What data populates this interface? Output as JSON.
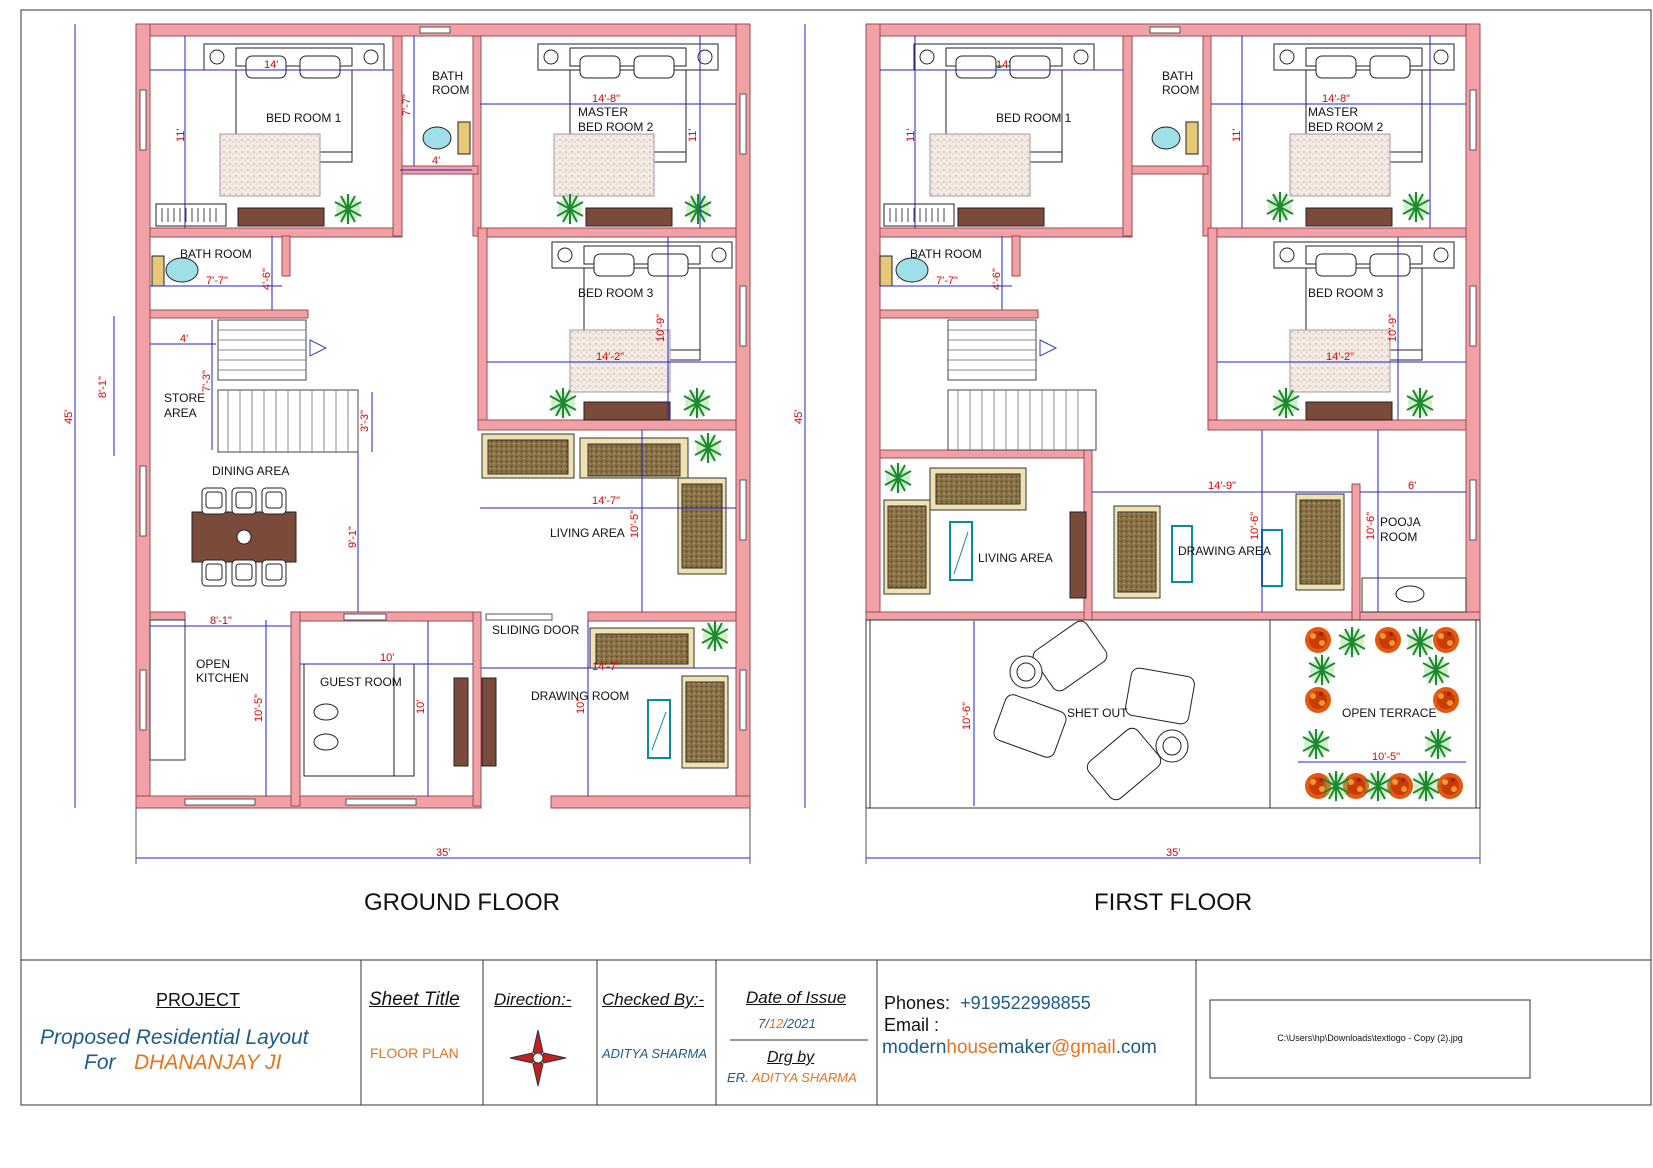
{
  "ground_floor": {
    "title": "GROUND FLOOR",
    "rooms": {
      "bed1": "BED ROOM 1",
      "bath1_a": "BATH",
      "bath1_b": "ROOM",
      "master_a": "MASTER",
      "master_b": "BED ROOM 2",
      "bath2": "BATH ROOM",
      "bed3": "BED ROOM 3",
      "store_a": "STORE",
      "store_b": "AREA",
      "dining": "DINING AREA",
      "living": "LIVING AREA",
      "sliding": "SLIDING DOOR",
      "kitchen_a": "OPEN",
      "kitchen_b": "KITCHEN",
      "guest": "GUEST ROOM",
      "drawing": "DRAWING ROOM"
    },
    "dims": {
      "bed1_w": "14'",
      "bed1_h": "11'",
      "bath1_h": "7'-7\"",
      "bath1_w": "4'",
      "master_w": "14'-8\"",
      "master_h": "11'",
      "bath2_w": "7'-7\"",
      "bath2_h": "4'-6\"",
      "stair_w": "4'",
      "store_h": "8'-1\"",
      "stair_h": "7'-3\"",
      "stair2_h": "3'-3\"",
      "bed3_w": "14'-2\"",
      "bed3_h": "10'-9\"",
      "living_w": "14'-7\"",
      "living_h": "10'-5\"",
      "dining_h": "9'-1\"",
      "kitchen_w": "8'-1\"",
      "kitchen_h": "10'-5\"",
      "guest_w": "10'",
      "guest_h": "10'",
      "drawing_w": "14'-7\"",
      "drawing_h": "10'",
      "total_h": "45'",
      "total_w": "35'"
    }
  },
  "first_floor": {
    "title": "FIRST FLOOR",
    "rooms": {
      "bed1": "BED ROOM 1",
      "bath1_a": "BATH",
      "bath1_b": "ROOM",
      "master_a": "MASTER",
      "master_b": "BED ROOM 2",
      "bath2": "BATH ROOM",
      "bed3": "BED ROOM 3",
      "living": "LIVING AREA",
      "drawing": "DRAWING AREA",
      "pooja_a": "POOJA",
      "pooja_b": "ROOM",
      "shet_out": "SHET OUT",
      "terrace": "OPEN TERRACE"
    },
    "dims": {
      "bed1_w": "14'",
      "bed1_h": "11'",
      "master_w": "14'-8\"",
      "master_h": "11'",
      "bath2_w": "7'-7\"",
      "bath2_h": "4'-6\"",
      "bed3_w": "14'-2\"",
      "bed3_h": "10'-9\"",
      "drawing_w": "14'-9\"",
      "drawing_h": "10'-6\"",
      "pooja_w": "6'",
      "pooja_h": "10'-6\"",
      "shet_h": "10'-6\"",
      "terrace_w": "10'-5\"",
      "total_h": "45'",
      "total_w": "35'"
    }
  },
  "title_block": {
    "project_label": "PROJECT",
    "project_line1": "Proposed Residential Layout",
    "project_for": "For",
    "project_client": "DHANANJAY JI",
    "sheet_title_label": "Sheet Title",
    "sheet_title_value": "FLOOR PLAN",
    "direction_label": "Direction:-",
    "checked_label": "Checked By:-",
    "checked_value": "ADITYA SHARMA",
    "date_label": "Date of Issue",
    "date_d": "7/",
    "date_m": "12",
    "date_y": "/2021",
    "drg_label": "Drg by",
    "drg_prefix": "ER.",
    "drg_name": "ADITYA SHARMA",
    "phones_label": "Phones:",
    "phones_value": "+919522998855",
    "email_label": "Email :",
    "email_a": "modern",
    "email_b": "house",
    "email_c": "maker",
    "email_d": "@gmail",
    "email_e": ".com",
    "logo_path": "C:\\Users\\hp\\Downloads\\textlogo - Copy (2).jpg"
  },
  "colors": {
    "wall": "#f1a0a6",
    "dimension": "#e00000",
    "dim_line": "#2222cc",
    "project_blue": "#1a5c8c",
    "client_orange": "#e8731a"
  }
}
